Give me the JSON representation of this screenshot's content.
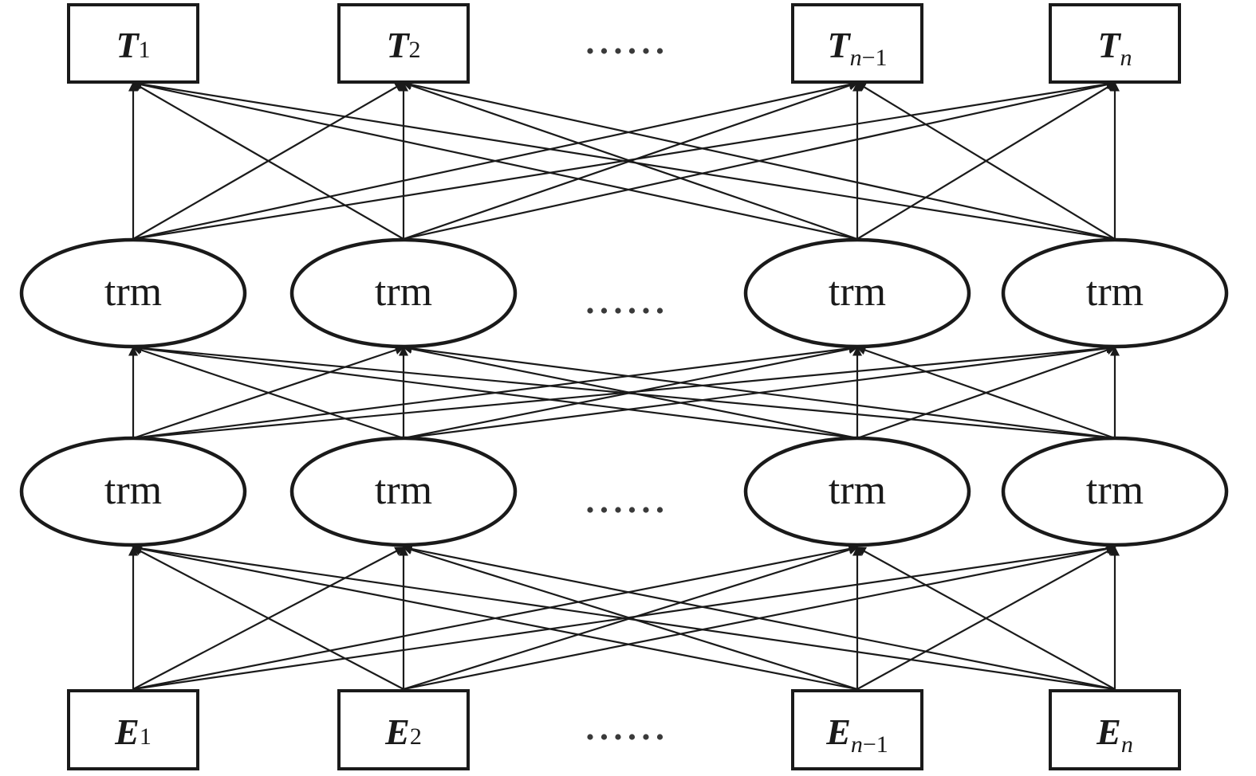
{
  "outputs": [
    {
      "main": "T",
      "sub_var": "",
      "sub_num": "1"
    },
    {
      "main": "T",
      "sub_var": "",
      "sub_num": "2"
    },
    {
      "main": "T",
      "sub_var": "n",
      "sub_num": "−1"
    },
    {
      "main": "T",
      "sub_var": "n",
      "sub_num": ""
    }
  ],
  "transformer_layers": [
    {
      "labels": [
        "trm",
        "trm",
        "trm",
        "trm"
      ]
    },
    {
      "labels": [
        "trm",
        "trm",
        "trm",
        "trm"
      ]
    }
  ],
  "inputs": [
    {
      "main": "E",
      "sub_var": "",
      "sub_num": "1"
    },
    {
      "main": "E",
      "sub_var": "",
      "sub_num": "2"
    },
    {
      "main": "E",
      "sub_var": "n",
      "sub_num": "−1"
    },
    {
      "main": "E",
      "sub_var": "n",
      "sub_num": ""
    }
  ],
  "ellipsis": "······",
  "colors": {
    "stroke": "#1a1a1a",
    "background": "#ffffff"
  }
}
